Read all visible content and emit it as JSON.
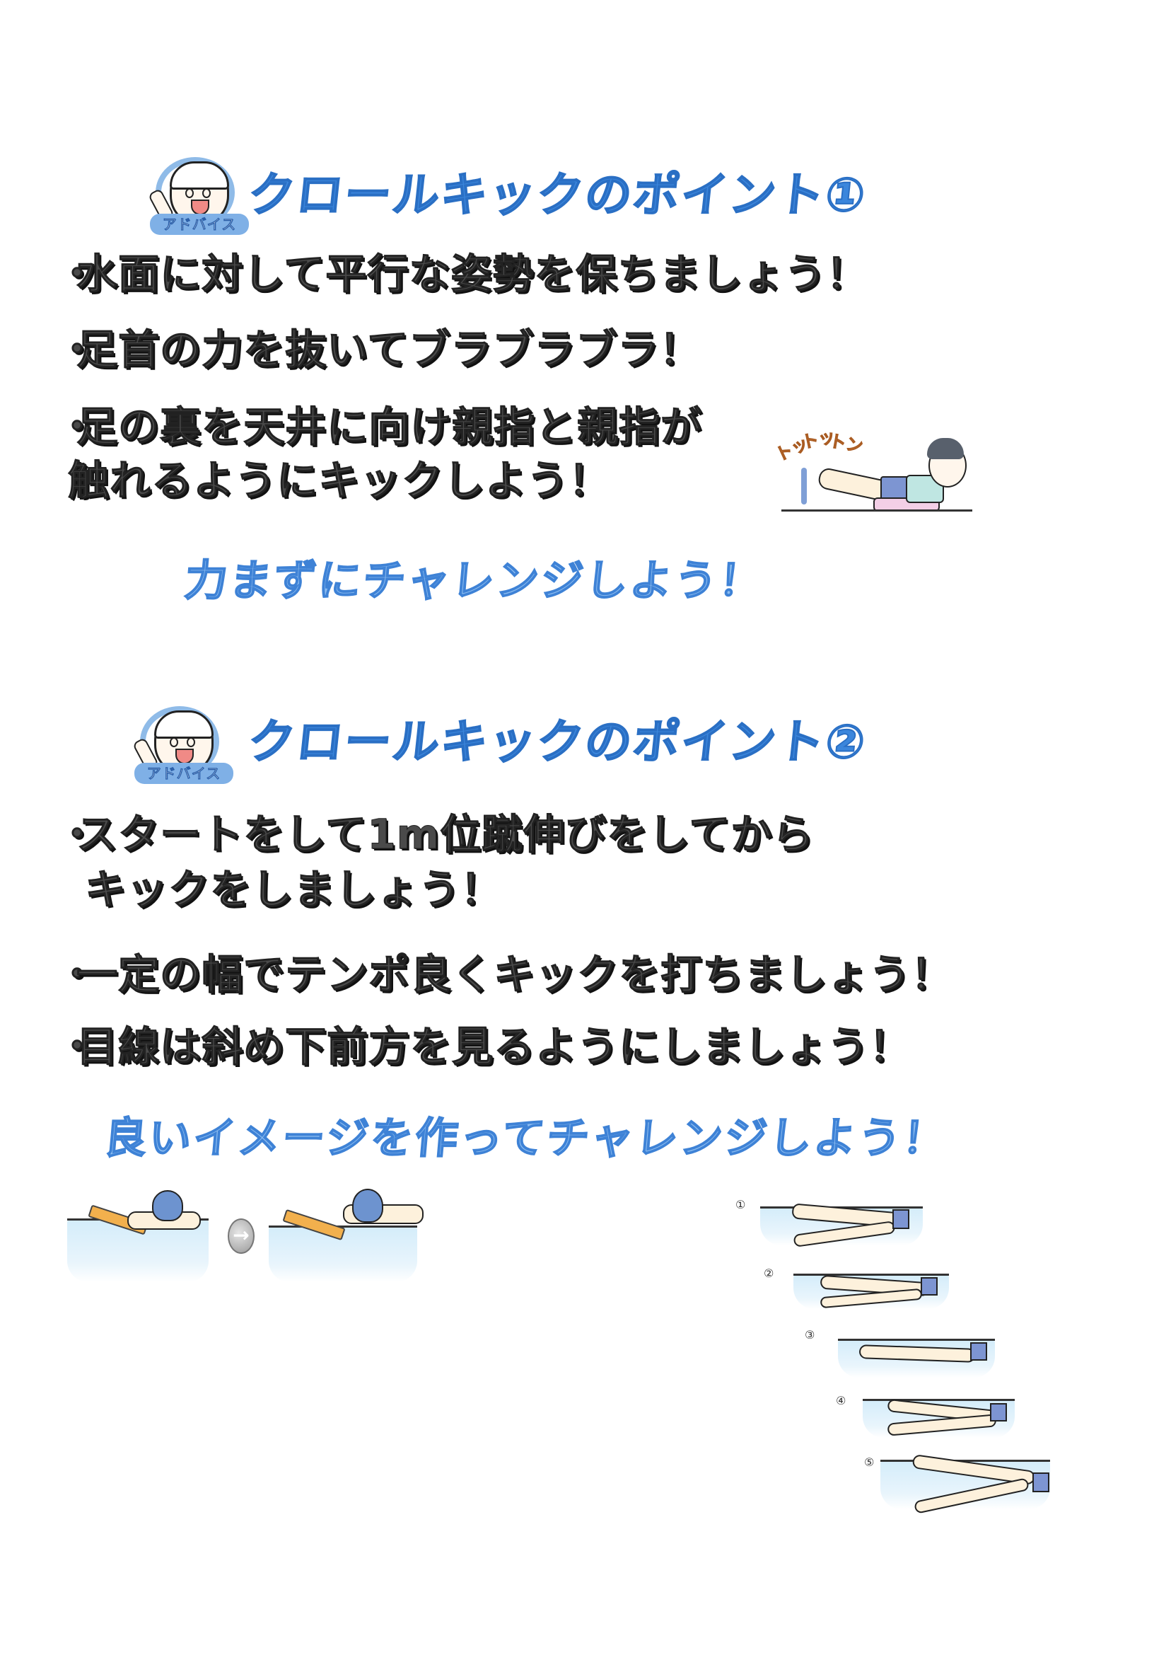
{
  "section1": {
    "mascot_badge": "アドバイス",
    "title": "クロールキックのポイント①",
    "bullets": [
      "水面に対して平行な姿勢を保ちましょう！",
      "足首の力を抜いてブラブラブラ！"
    ],
    "bullet3_line1": "足の裏を天井に向け親指と親指が",
    "bullet3_line2": "触れるようにキックしよう！",
    "illustration": {
      "sfx": [
        "トッ",
        "トッ",
        "トン"
      ]
    },
    "callout": "力まずにチャレンジしよう！"
  },
  "section2": {
    "mascot_badge": "アドバイス",
    "title": "クロールキックのポイント②",
    "bullet1_line1": "スタートをして1m位蹴伸びをしてから",
    "bullet1_line2": "キックをしましょう！",
    "bullets": [
      "一定の幅でテンポ良くキックを打ちましょう！",
      "目線は斜め下前方を見るようにしましょう！"
    ],
    "callout": "良いイメージを作ってチャレンジしよう！",
    "kickboard_arrow": "→",
    "sequence_labels": [
      "①",
      "②",
      "③",
      "④",
      "⑤"
    ]
  },
  "bullet_marker": "・",
  "colors": {
    "heading_blue": "#3b86dc",
    "callout_blue": "#8bbcf0",
    "bullet_text": "#4a4a4a",
    "badge_blue": "#7fb0e6",
    "water": "#d3ecfa",
    "trunks": "#7d95d2",
    "kickboard": "#f2b04d"
  }
}
